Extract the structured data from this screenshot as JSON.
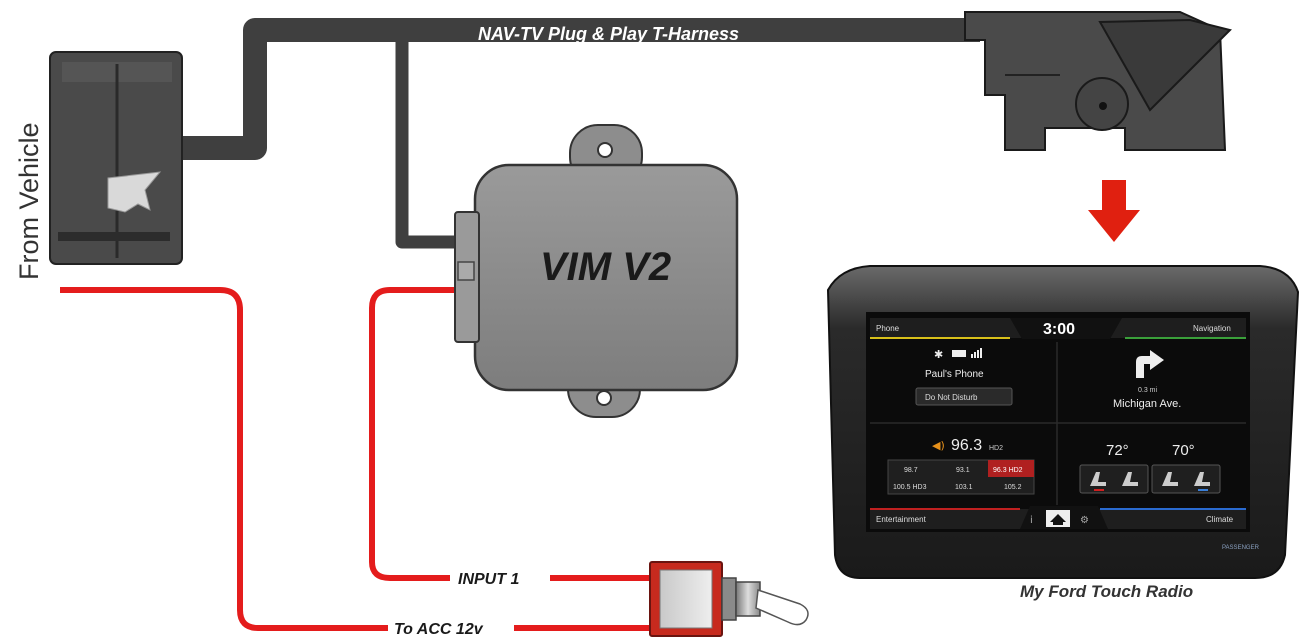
{
  "labels": {
    "harness": "NAV-TV Plug & Play T-Harness",
    "from_vehicle": "From Vehicle",
    "module": "VIM V2",
    "input1": "INPUT 1",
    "acc": "To ACC 12v",
    "radio_caption": "My Ford Touch Radio"
  },
  "screen": {
    "phone_tab": "Phone",
    "time": "3:00",
    "navigation_tab": "Navigation",
    "phone_name": "Paul's Phone",
    "do_not_disturb": "Do Not Disturb",
    "distance": "0.3 mi",
    "street": "Michigan Ave.",
    "station": "96.3",
    "station_suffix": "HD2",
    "presets": [
      "98.7",
      "93.1",
      "96.3 HD2",
      "100.5 HD3",
      "103.1",
      "105.2"
    ],
    "temp_left": "72°",
    "temp_right": "70°",
    "entertainment_tab": "Entertainment",
    "climate_tab": "Climate",
    "passenger": "PASSENGER"
  },
  "colors": {
    "wire_red": "#e41c1c",
    "harness_gray": "#3f3f3f",
    "module_gray": "#8d8d8d",
    "arrow_red": "#e02010"
  }
}
